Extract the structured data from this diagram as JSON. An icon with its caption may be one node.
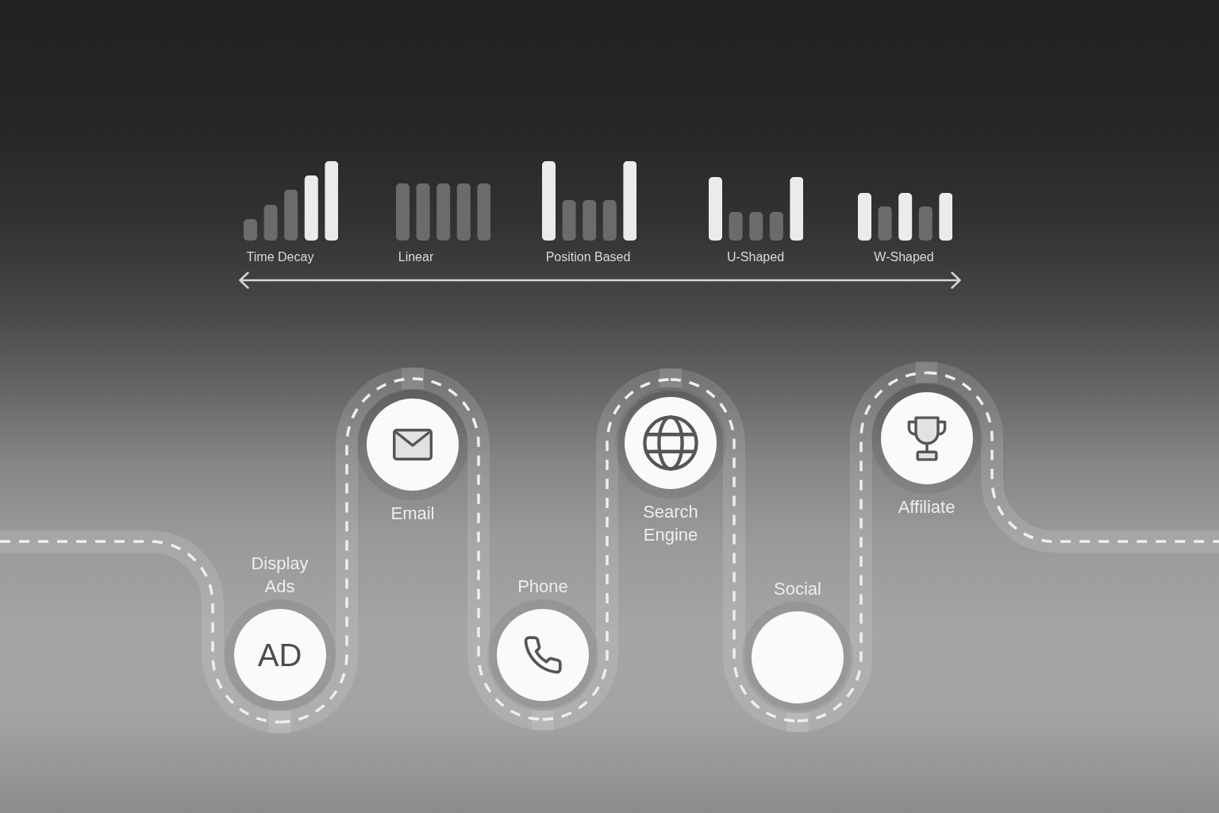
{
  "diagram": {
    "nodes": [
      {
        "text": [
          "Display Ads",
          "AD"
        ]
      },
      {
        "text": [
          "Email"
        ]
      },
      {
        "text": [
          "Phone"
        ]
      },
      {
        "text": [
          "Search Engine"
        ]
      },
      {
        "text": [
          "Social"
        ]
      },
      {
        "text": [
          "Affiliate"
        ]
      }
    ],
    "edges": [
      {
        "from": null,
        "to": 0,
        "arrow": "none"
      },
      {
        "from": 0,
        "to": 1,
        "arrow": "none"
      },
      {
        "from": 1,
        "to": 2,
        "arrow": "none"
      },
      {
        "from": 2,
        "to": 3,
        "arrow": "none"
      },
      {
        "from": 3,
        "to": 4,
        "arrow": "none"
      },
      {
        "from": 4,
        "to": 5,
        "arrow": "none"
      },
      {
        "from": 5,
        "to": null,
        "arrow": "none"
      }
    ],
    "labels": [
      "Time Decay",
      "Linear",
      "Position Based",
      "U-Shaped",
      "W-Shaped"
    ]
  }
}
